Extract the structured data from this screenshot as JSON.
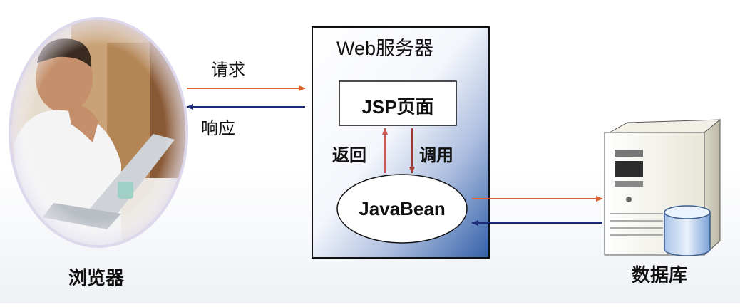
{
  "diagram": {
    "browser_label": "浏览器",
    "server_title": "Web服务器",
    "jsp_label": "JSP页面",
    "bean_label": "JavaBean",
    "database_label": "数据库",
    "request_label": "请求",
    "response_label": "响应",
    "return_label": "返回",
    "call_label": "调用"
  },
  "colors": {
    "server_gradient_light": "#ffffff",
    "server_gradient_dark": "#3360a8",
    "arrow_out": "#e06030",
    "arrow_return": "#1c2a78",
    "inner_up": "#cc5a55",
    "inner_down": "#a03830"
  }
}
